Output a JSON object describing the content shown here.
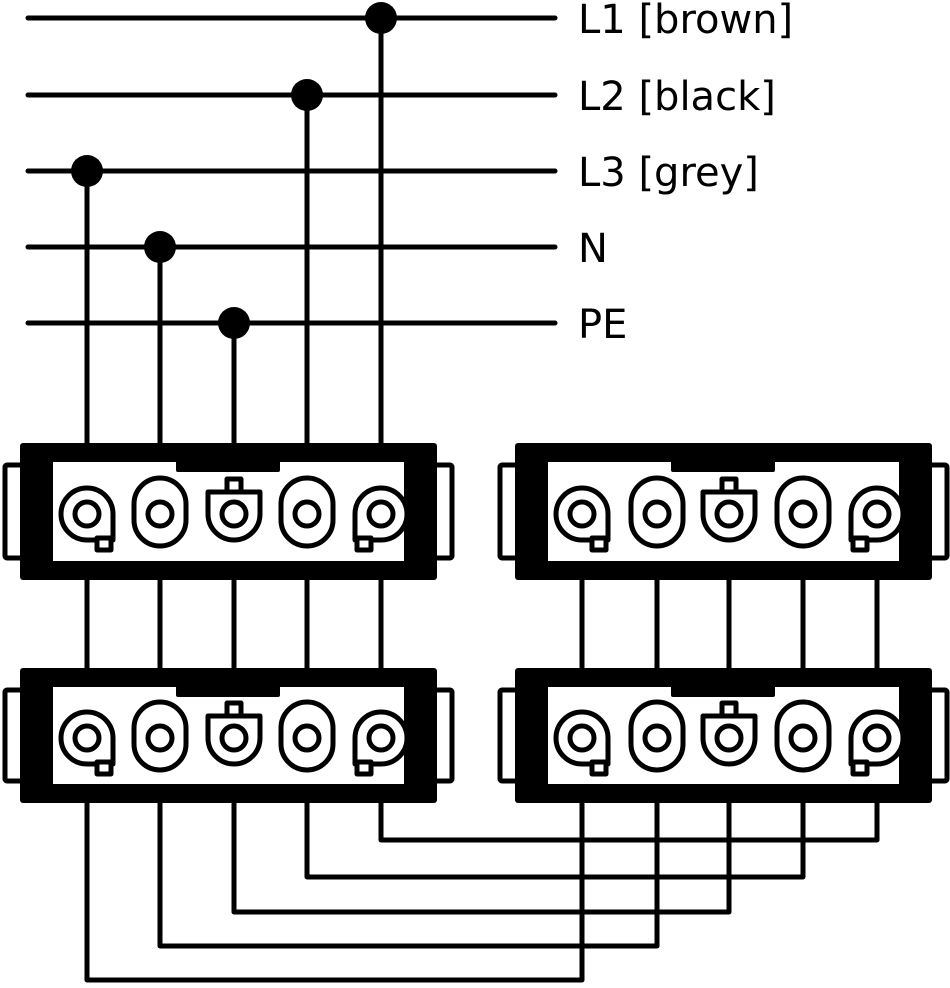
{
  "diagram": {
    "title": "Three-phase terminal block wiring",
    "line_color": "#000000",
    "background": "#ffffff",
    "bus_lines": [
      {
        "id": "L1",
        "label": "L1 [brown]",
        "tap_conductor_index": 4
      },
      {
        "id": "L2",
        "label": "L2 [black]",
        "tap_conductor_index": 3
      },
      {
        "id": "L3",
        "label": "L3 [grey]",
        "tap_conductor_index": 0
      },
      {
        "id": "N",
        "label": "N",
        "tap_conductor_index": 1
      },
      {
        "id": "PE",
        "label": "PE",
        "tap_conductor_index": 2
      }
    ],
    "connectors": [
      {
        "id": "connector-left-upper",
        "position": "left-upper",
        "terminals": [
          "L3",
          "N",
          "PE",
          "L2",
          "L1"
        ]
      },
      {
        "id": "connector-left-lower",
        "position": "left-lower",
        "terminals": [
          "L3",
          "N",
          "PE",
          "L2",
          "L1"
        ]
      },
      {
        "id": "connector-right-upper",
        "position": "right-upper",
        "terminals": [
          "L3",
          "N",
          "PE",
          "L2",
          "L1"
        ]
      },
      {
        "id": "connector-right-lower",
        "position": "right-lower",
        "terminals": [
          "L3",
          "N",
          "PE",
          "L2",
          "L1"
        ]
      }
    ],
    "bridges": [
      {
        "from": "left-lower",
        "to": "right-lower",
        "conductor_index": 4,
        "phase": "L1"
      },
      {
        "from": "left-lower",
        "to": "right-lower",
        "conductor_index": 3,
        "phase": "L2"
      },
      {
        "from": "left-lower",
        "to": "right-lower",
        "conductor_index": 2,
        "phase": "PE"
      },
      {
        "from": "left-lower",
        "to": "right-lower",
        "conductor_index": 1,
        "phase": "N"
      },
      {
        "from": "left-lower",
        "to": "right-lower",
        "conductor_index": 0,
        "phase": "L3"
      }
    ]
  }
}
